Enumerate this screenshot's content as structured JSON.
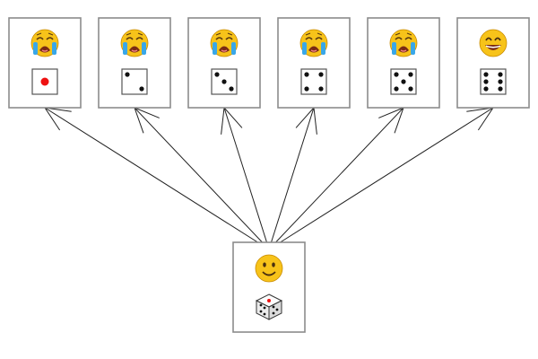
{
  "colors": {
    "face": "#f7c31a",
    "tears": "#39a7e8",
    "mouth": "#7a2b13",
    "pip": "#111111",
    "pip_one": "#ee1111",
    "frame": "#8c8c8c",
    "arrow": "#222222"
  },
  "outcomes": [
    {
      "name": "outcome-1",
      "emoji_icon": "loudly-crying-face-icon",
      "die_value": 1
    },
    {
      "name": "outcome-2",
      "emoji_icon": "loudly-crying-face-icon",
      "die_value": 2
    },
    {
      "name": "outcome-3",
      "emoji_icon": "loudly-crying-face-icon",
      "die_value": 3
    },
    {
      "name": "outcome-4",
      "emoji_icon": "loudly-crying-face-icon",
      "die_value": 4
    },
    {
      "name": "outcome-5",
      "emoji_icon": "loudly-crying-face-icon",
      "die_value": 5
    },
    {
      "name": "outcome-6",
      "emoji_icon": "grinning-face-icon",
      "die_value": 6
    }
  ],
  "source": {
    "emoji_icon": "slightly-smiling-face-icon",
    "die_icon": "game-die-icon"
  }
}
